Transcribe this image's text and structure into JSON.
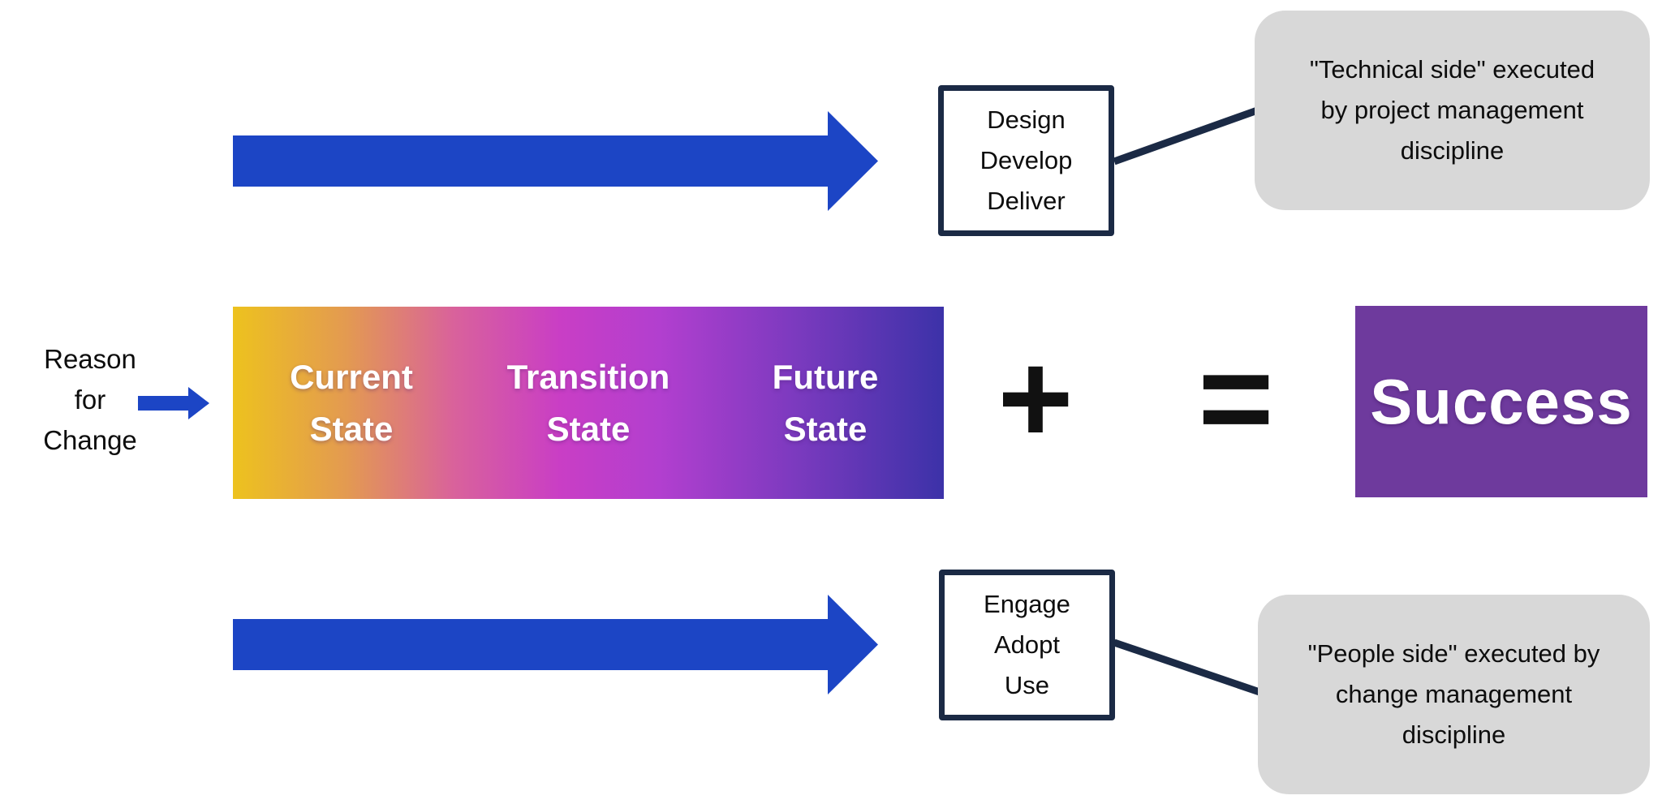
{
  "reason": {
    "lines": [
      "Reason",
      "for",
      "Change"
    ]
  },
  "states_bar": {
    "items": [
      {
        "line1": "Current",
        "line2": "State"
      },
      {
        "line1": "Transition",
        "line2": "State"
      },
      {
        "line1": "Future",
        "line2": "State"
      }
    ],
    "gradient_colors": [
      "#edc21e",
      "#e39a51",
      "#d9629b",
      "#c93ec5",
      "#b23fcf",
      "#7c3abf",
      "#3c32a8"
    ]
  },
  "operators": {
    "plus": "+",
    "equals": "="
  },
  "technical": {
    "box_lines": [
      "Design",
      "Develop",
      "Deliver"
    ],
    "callout_lines": [
      "\"Technical side\" executed",
      "by project management",
      "discipline"
    ]
  },
  "people": {
    "box_lines": [
      "Engage",
      "Adopt",
      "Use"
    ],
    "callout_lines": [
      "\"People side\" executed by",
      "change management",
      "discipline"
    ]
  },
  "result": {
    "label": "Success",
    "color": "#6e3a9d"
  },
  "colors": {
    "arrow_blue": "#1c45c5",
    "connector_navy": "#1b2a45",
    "callout_gray": "#d8d8d8"
  }
}
